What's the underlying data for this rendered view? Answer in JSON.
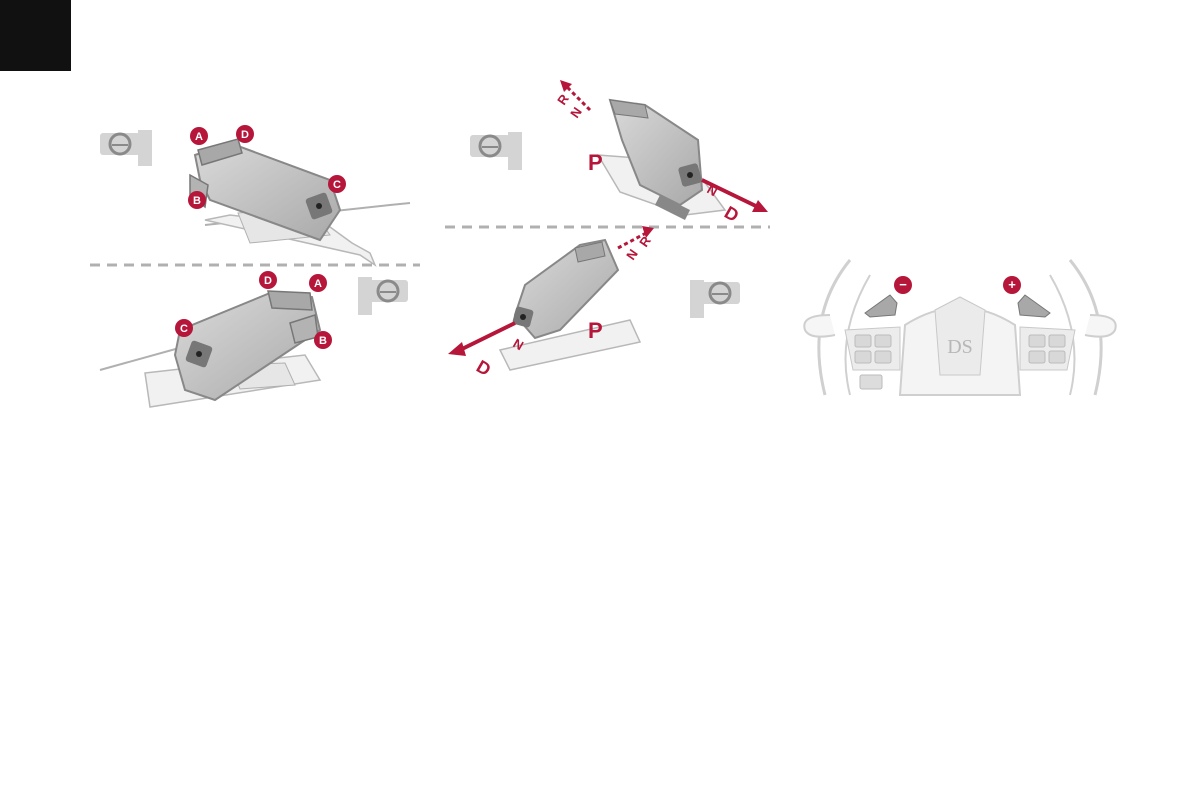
{
  "colors": {
    "accent": "#b5163a",
    "corner_block": "#111111",
    "body_grey": "#c8c8c8",
    "outline": "#9a9a9a",
    "dash": "#b0b0b0"
  },
  "figure1": {
    "top": {
      "badges": [
        "A",
        "D",
        "B",
        "C"
      ]
    },
    "bottom": {
      "badges": [
        "D",
        "A",
        "C",
        "B"
      ]
    },
    "icons": [
      "steering-wheel-icon",
      "steering-wheel-icon"
    ]
  },
  "figure2": {
    "top": {
      "arrow_up": [
        "R",
        "N"
      ],
      "gate": "P",
      "arrow_down": [
        "N",
        "D"
      ]
    },
    "bottom": {
      "arrow_up": [
        "R",
        "N"
      ],
      "gate": "P",
      "arrow_down": [
        "N",
        "D"
      ]
    },
    "icons": [
      "steering-wheel-icon",
      "steering-wheel-icon"
    ]
  },
  "figure3": {
    "paddle_left": "−",
    "paddle_right": "+",
    "logo": "DS"
  }
}
